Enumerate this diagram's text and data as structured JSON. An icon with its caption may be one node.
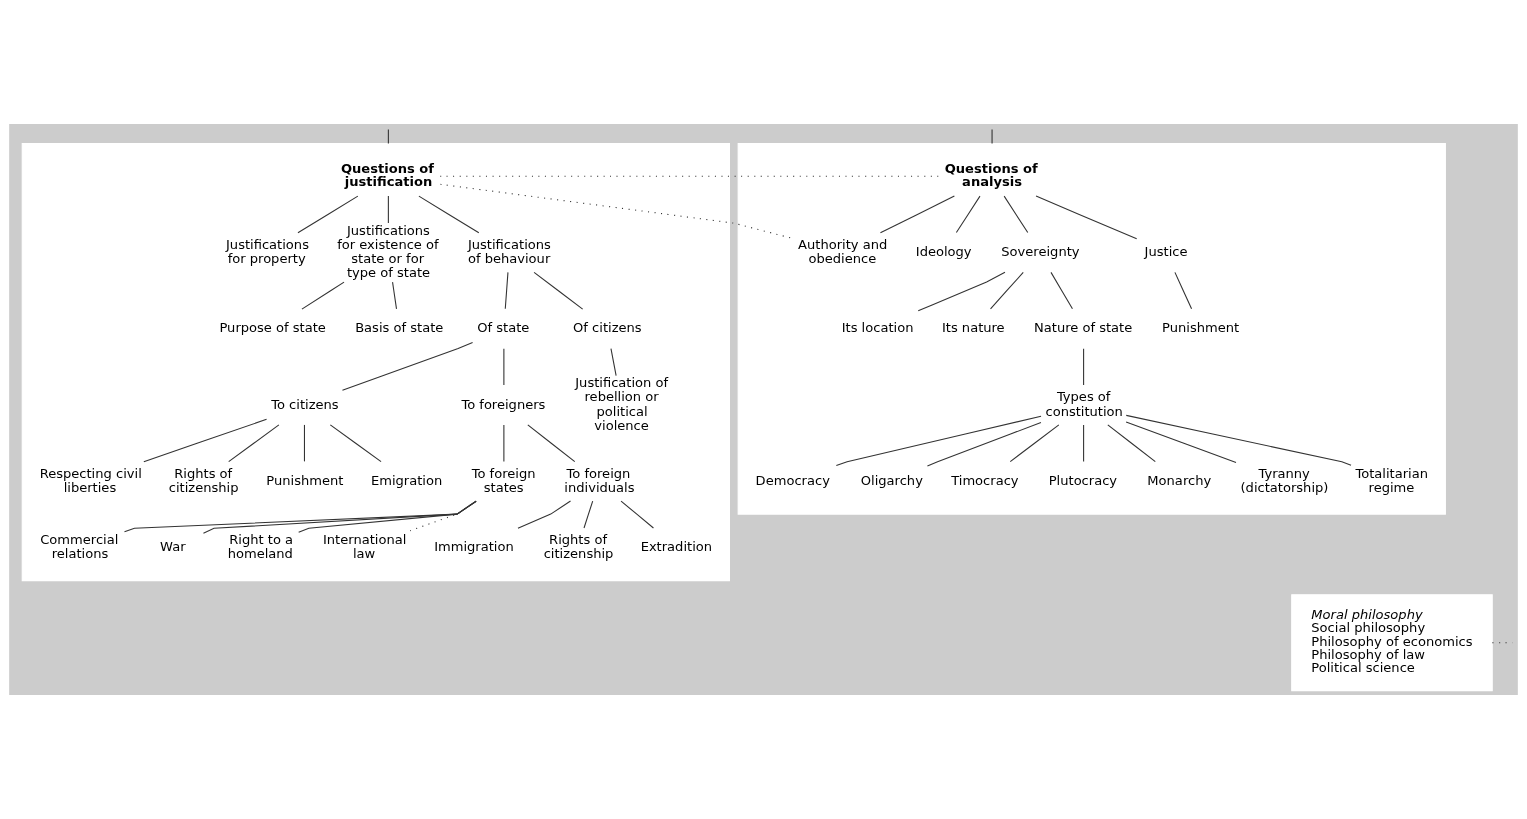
{
  "diagram": {
    "nodes": [
      {
        "text": [],
        "shape": "box"
      },
      {
        "text": [
          "Questions of justification"
        ],
        "in": 0
      },
      {
        "text": [
          "Justifications for property"
        ],
        "in": 0
      },
      {
        "text": [
          "Justifications for existence of state or for type of state"
        ],
        "in": 0
      },
      {
        "text": [
          "Justifications of behaviour"
        ],
        "in": 0
      },
      {
        "text": [
          "Purpose of state"
        ],
        "in": 0
      },
      {
        "text": [
          "Basis of state"
        ],
        "in": 0
      },
      {
        "text": [
          "Of state"
        ],
        "in": 0
      },
      {
        "text": [
          "Of citizens"
        ],
        "in": 0
      },
      {
        "text": [
          "Justification of rebellion or political violence"
        ],
        "in": 0
      },
      {
        "text": [
          "To citizens"
        ],
        "in": 0
      },
      {
        "text": [
          "To foreigners"
        ],
        "in": 0
      },
      {
        "text": [
          "Respecting civil liberties"
        ],
        "in": 0
      },
      {
        "text": [
          "Rights of citizenship"
        ],
        "in": 0
      },
      {
        "text": [
          "Punishment"
        ],
        "in": 0
      },
      {
        "text": [
          "Emigration"
        ],
        "in": 0
      },
      {
        "text": [
          "To foreign states"
        ],
        "in": 0
      },
      {
        "text": [
          "To foreign individuals"
        ],
        "in": 0
      },
      {
        "text": [
          "Commercial relations"
        ],
        "in": 0
      },
      {
        "text": [
          "War"
        ],
        "in": 0
      },
      {
        "text": [
          "Right to a homeland"
        ],
        "in": 0
      },
      {
        "text": [
          "International law"
        ],
        "in": 0
      },
      {
        "text": [
          "Immigration"
        ],
        "in": 0
      },
      {
        "text": [
          "Rights of citizenship"
        ],
        "in": 0
      },
      {
        "text": [
          "Extradition"
        ],
        "in": 0
      },
      {
        "text": [],
        "shape": "box"
      },
      {
        "text": [
          "Questions of analysis"
        ],
        "in": 25
      },
      {
        "text": [
          "Authority and obedience"
        ],
        "in": 25
      },
      {
        "text": [
          "Ideology"
        ],
        "in": 25
      },
      {
        "text": [
          "Sovereignty"
        ],
        "in": 25
      },
      {
        "text": [
          "Justice"
        ],
        "in": 25
      },
      {
        "text": [
          "Its location"
        ],
        "in": 25
      },
      {
        "text": [
          "Its nature"
        ],
        "in": 25
      },
      {
        "text": [
          "Nature of state"
        ],
        "in": 25
      },
      {
        "text": [
          "Punishment"
        ],
        "in": 25
      },
      {
        "text": [
          "Types of constitution"
        ],
        "in": 25
      },
      {
        "text": [
          "Democracy"
        ],
        "in": 25
      },
      {
        "text": [
          "Oligarchy"
        ],
        "in": 25
      },
      {
        "text": [
          "Timocracy"
        ],
        "in": 25
      },
      {
        "text": [
          "Plutocracy"
        ],
        "in": 25
      },
      {
        "text": [
          "Monarchy"
        ],
        "in": 25
      },
      {
        "text": [
          "Tyranny (dictatorship)"
        ],
        "in": 25
      },
      {
        "text": [
          "Totalitarian regime"
        ],
        "in": 25
      },
      {
        "text": [
          "Moral philosophy",
          "Social philosophy",
          "Philosophy of economics",
          "Philosophy of law",
          "Political science"
        ]
      }
    ],
    "edges": [
      {
        "from": null,
        "to": 0,
        "arrow": "none"
      },
      {
        "from": null,
        "to": 25,
        "arrow": "none"
      },
      {
        "from": 1,
        "to": 2,
        "arrow": "none"
      },
      {
        "from": 1,
        "to": 3,
        "arrow": "none"
      },
      {
        "from": 1,
        "to": 4,
        "arrow": "none"
      },
      {
        "from": 3,
        "to": 5,
        "arrow": "none"
      },
      {
        "from": 3,
        "to": 6,
        "arrow": "none"
      },
      {
        "from": 4,
        "to": 7,
        "arrow": "none"
      },
      {
        "from": 4,
        "to": 8,
        "arrow": "none"
      },
      {
        "from": 8,
        "to": 9,
        "arrow": "none"
      },
      {
        "from": 7,
        "to": 10,
        "arrow": "none"
      },
      {
        "from": 7,
        "to": 11,
        "arrow": "none"
      },
      {
        "from": 10,
        "to": 12,
        "arrow": "none"
      },
      {
        "from": 10,
        "to": 13,
        "arrow": "none"
      },
      {
        "from": 10,
        "to": 14,
        "arrow": "none"
      },
      {
        "from": 10,
        "to": 15,
        "arrow": "none"
      },
      {
        "from": 11,
        "to": 16,
        "arrow": "none"
      },
      {
        "from": 11,
        "to": 17,
        "arrow": "none"
      },
      {
        "from": 16,
        "to": 18,
        "arrow": "none"
      },
      {
        "from": 16,
        "to": 19,
        "arrow": "none"
      },
      {
        "from": 16,
        "to": 20,
        "arrow": "none"
      },
      {
        "from": 16,
        "to": 21,
        "arrow": "none",
        "style": "dashed"
      },
      {
        "from": 17,
        "to": 22,
        "arrow": "none"
      },
      {
        "from": 17,
        "to": 23,
        "arrow": "none"
      },
      {
        "from": 17,
        "to": 24,
        "arrow": "none"
      },
      {
        "from": 1,
        "to": 26,
        "arrow": "none",
        "style": "dashed"
      },
      {
        "from": 1,
        "to": 27,
        "arrow": "none",
        "style": "dashed"
      },
      {
        "from": 26,
        "to": 27,
        "arrow": "none"
      },
      {
        "from": 26,
        "to": 28,
        "arrow": "none"
      },
      {
        "from": 26,
        "to": 29,
        "arrow": "none"
      },
      {
        "from": 26,
        "to": 30,
        "arrow": "none"
      },
      {
        "from": 29,
        "to": 31,
        "arrow": "none"
      },
      {
        "from": 29,
        "to": 32,
        "arrow": "none"
      },
      {
        "from": 29,
        "to": 33,
        "arrow": "none"
      },
      {
        "from": 30,
        "to": 34,
        "arrow": "none"
      },
      {
        "from": 33,
        "to": 35,
        "arrow": "none"
      },
      {
        "from": 35,
        "to": 36,
        "arrow": "none"
      },
      {
        "from": 35,
        "to": 37,
        "arrow": "none"
      },
      {
        "from": 35,
        "to": 38,
        "arrow": "none"
      },
      {
        "from": 35,
        "to": 39,
        "arrow": "none"
      },
      {
        "from": 35,
        "to": 40,
        "arrow": "none"
      },
      {
        "from": 35,
        "to": 41,
        "arrow": "none"
      },
      {
        "from": 35,
        "to": 42,
        "arrow": "none"
      },
      {
        "from": 43,
        "to": null,
        "arrow": "none",
        "style": "dashed"
      }
    ]
  }
}
